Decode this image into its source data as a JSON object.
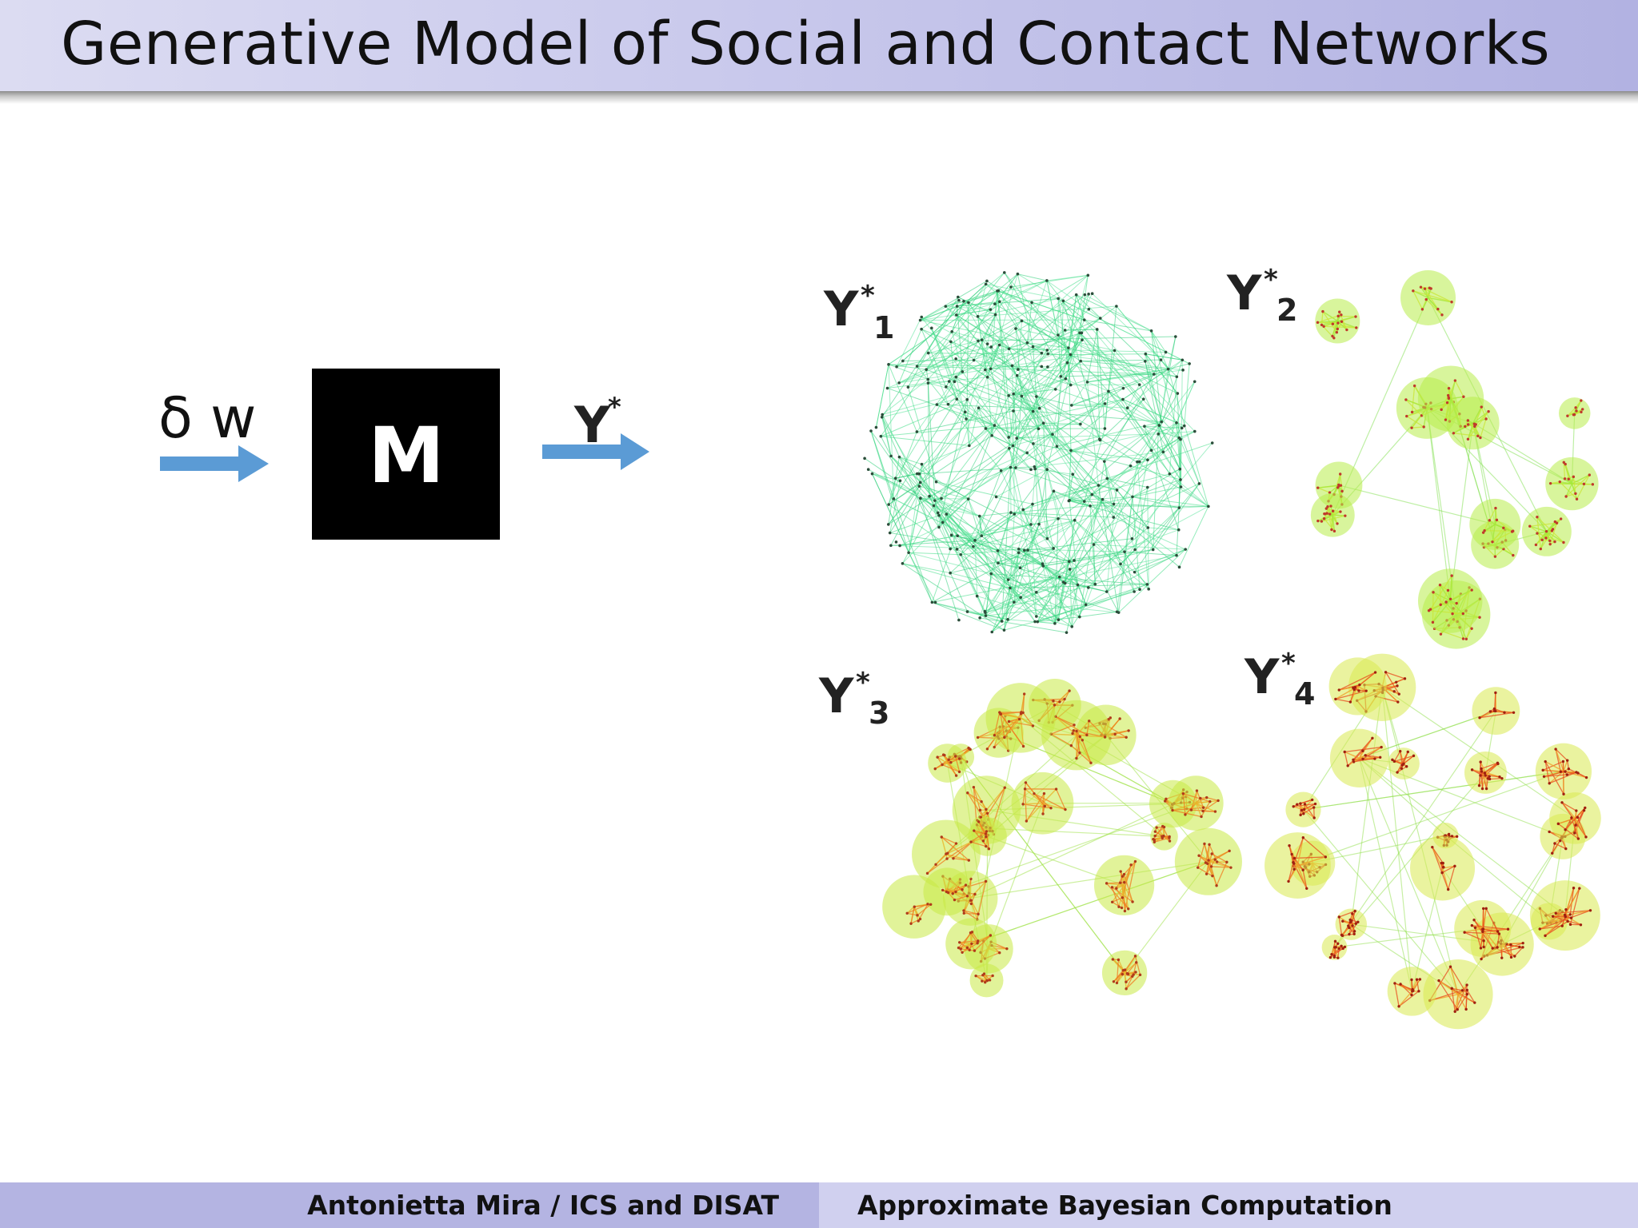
{
  "slide": {
    "title": "Generative Model of Social and Contact Networks"
  },
  "diagram": {
    "input_label": "δ w",
    "model_label": "M",
    "output_label": "Y",
    "output_sup": "*",
    "arrow_color": "#5b9bd5",
    "model_box_color": "#000000"
  },
  "networks": [
    {
      "label": "Y",
      "sup": "*",
      "sub": "1",
      "palette": "green"
    },
    {
      "label": "Y",
      "sup": "*",
      "sub": "2",
      "palette": "green-yellow"
    },
    {
      "label": "Y",
      "sup": "*",
      "sub": "3",
      "palette": "yellow-orange"
    },
    {
      "label": "Y",
      "sup": "*",
      "sub": "4",
      "palette": "orange-red"
    }
  ],
  "footer": {
    "left": "Antonietta Mira / ICS and DISAT",
    "right": "Approximate Bayesian Computation"
  }
}
